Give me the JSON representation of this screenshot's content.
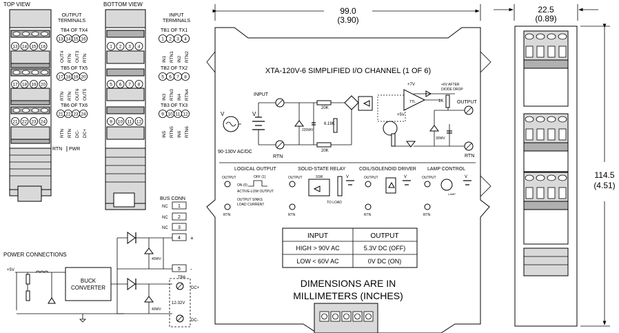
{
  "views": {
    "top_view": "TOP VIEW",
    "bottom_view": "BOTTOM VIEW",
    "output_terminals": [
      "OUTPUT",
      "TERMINALS"
    ],
    "input_terminals": [
      "INPUT",
      "TERMINALS"
    ]
  },
  "top_blocks": [
    {
      "label": "TB4 OF TX4",
      "nums": [
        "13",
        "14",
        "15",
        "16"
      ],
      "signals": [
        "OUT4",
        "RTN",
        "OUT3",
        "RTN"
      ]
    },
    {
      "label": "TB5 OF TX5",
      "nums": [
        "17",
        "18",
        "19",
        "20"
      ],
      "signals": [
        "RTN",
        "RTN",
        "OUT6",
        "OUT5"
      ]
    },
    {
      "label": "TB6 OF TX6",
      "nums": [
        "21",
        "22",
        "23",
        "24"
      ],
      "signals": [
        "RTN",
        "RTN",
        "DC-",
        "DC+"
      ]
    }
  ],
  "top_extra": [
    "RTN",
    "PWR"
  ],
  "bottom_blocks": [
    {
      "label": "TB1 OF TX1",
      "nums": [
        "1",
        "2",
        "3",
        "4"
      ],
      "signals": [
        "IN1",
        "RTN1",
        "IN2",
        "RTN2"
      ]
    },
    {
      "label": "TB2 OF TX2",
      "nums": [
        "5",
        "6",
        "7",
        "8"
      ],
      "signals": [
        "IN3",
        "RTN3",
        "IN4",
        "RTN4"
      ]
    },
    {
      "label": "TB3 OF TX3",
      "nums": [
        "9",
        "10",
        "11",
        "12"
      ],
      "signals": [
        "IN5",
        "RTN5",
        "IN6",
        "RTN6"
      ]
    }
  ],
  "bus": {
    "title": "BUS CONN",
    "pins": [
      {
        "label": "NC",
        "num": "1"
      },
      {
        "label": "NC",
        "num": "2"
      },
      {
        "label": "NC",
        "num": "3"
      },
      {
        "label": "",
        "num": "4"
      },
      {
        "label": "",
        "num": "5"
      }
    ],
    "plus": "+",
    "minus": "-"
  },
  "power": {
    "title": "POWER CONNECTIONS",
    "plus5v": "+5V",
    "buck": [
      "BUCK",
      "CONVERTER"
    ],
    "zener1": "40WV",
    "zener2": "40WV",
    "tb6": "TB6",
    "dcplus": "DC+",
    "dcminus": "DC-",
    "range": "12-32V"
  },
  "dimensions": {
    "width_mm": "99.0",
    "width_in": "(3.90)",
    "depth_mm": "22.5",
    "depth_in": "(0.89)",
    "height_mm": "114.5",
    "height_in": "(4.51)"
  },
  "main": {
    "title": "XTA-120V-6 SIMPLIFIED I/O CHANNEL (1 OF 6)",
    "input": "INPUT",
    "rtn": "RTN",
    "v": "V",
    "v2": "V",
    "supply": "90-130V AC/DC",
    "r1": "20K",
    "r2": "20K",
    "r3": "6.19K",
    "zener": "220WV",
    "plus7": "+7V",
    "plus5": "+5V",
    "ttl": "TTL",
    "r4": "1K",
    "zener2": "30WV",
    "after": [
      "+6V AFTER",
      "DIODE DROP"
    ],
    "output": "OUTPUT",
    "rtn_out": "RTN"
  },
  "examples": {
    "logic": {
      "title": "LOGICAL OUTPUT",
      "output": "OUTPUT",
      "on": "ON (0)",
      "off": "OFF (1)",
      "active": "ACTIVE-LOW OUTPUT",
      "sinks": "OUTPUT SINKS",
      "load": "LOAD CURRENT",
      "rtn": "RTN"
    },
    "ssr": {
      "title": "SOLID-STATE RELAY",
      "output": "OUTPUT",
      "ssr": "SSR",
      "toload": "TO LOAD",
      "rtn": "RTN"
    },
    "coil": {
      "title": "COIL/SOLENOID DRIVER",
      "output": "OUTPUT",
      "rtn": "RTN",
      "v": "V"
    },
    "lamp": {
      "title": "LAMP CONTROL",
      "output": "OUTPUT",
      "lamp": "LAMP",
      "rtn": "RTN",
      "v": "V"
    }
  },
  "truth_table": {
    "headers": [
      "INPUT",
      "OUTPUT"
    ],
    "rows": [
      [
        "HIGH > 90V AC",
        "5.3V DC (OFF)"
      ],
      [
        "LOW < 60V AC",
        "0V DC (ON)"
      ]
    ]
  },
  "note": [
    "DIMENSIONS ARE IN",
    "MILLIMETERS (INCHES)"
  ]
}
